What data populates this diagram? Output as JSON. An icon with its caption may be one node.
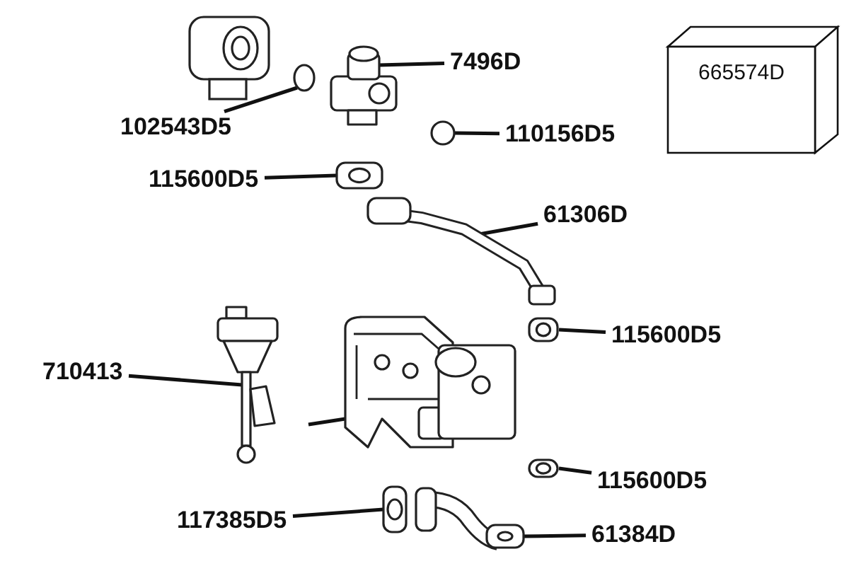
{
  "diagram": {
    "nodes": [
      {
        "text": [
          "665574D"
        ]
      },
      {
        "text": [
          "7496D"
        ]
      },
      {
        "text": [],
        "shape": "picture"
      },
      {
        "text": [
          "102543D5"
        ]
      },
      {
        "text": [],
        "shape": "circle"
      },
      {
        "text": [
          "110156D5"
        ]
      },
      {
        "text": [],
        "shape": "circle"
      },
      {
        "text": [
          "115600D5"
        ]
      },
      {
        "text": [],
        "shape": "picture"
      },
      {
        "text": [
          "61306D"
        ]
      },
      {
        "text": [],
        "shape": "picture"
      },
      {
        "text": [
          "115600D5"
        ]
      },
      {
        "text": [],
        "shape": "picture"
      },
      {
        "text": [
          "710413"
        ]
      },
      {
        "text": [],
        "shape": "picture"
      },
      {
        "text": [],
        "shape": "picture"
      },
      {
        "text": [
          "115600D5"
        ]
      },
      {
        "text": [],
        "shape": "picture"
      },
      {
        "text": [
          "117385D5"
        ]
      },
      {
        "text": [],
        "shape": "picture"
      },
      {
        "text": [
          "61384D"
        ]
      },
      {
        "text": [],
        "shape": "picture"
      }
    ],
    "edges": [
      {
        "from": 1,
        "to": 2,
        "arrow": "none"
      },
      {
        "from": 3,
        "to": 4,
        "arrow": "none"
      },
      {
        "from": 5,
        "to": 6,
        "arrow": "none"
      },
      {
        "from": 7,
        "to": 8,
        "arrow": "none"
      },
      {
        "from": 9,
        "to": 10,
        "arrow": "none"
      },
      {
        "from": 11,
        "to": 12,
        "arrow": "none"
      },
      {
        "from": 13,
        "to": 14,
        "arrow": "none"
      },
      {
        "from": null,
        "to": 15,
        "arrow": "none"
      },
      {
        "from": 16,
        "to": 17,
        "arrow": "none"
      },
      {
        "from": 18,
        "to": 19,
        "arrow": "none"
      },
      {
        "from": 20,
        "to": 21,
        "arrow": "none"
      }
    ]
  }
}
